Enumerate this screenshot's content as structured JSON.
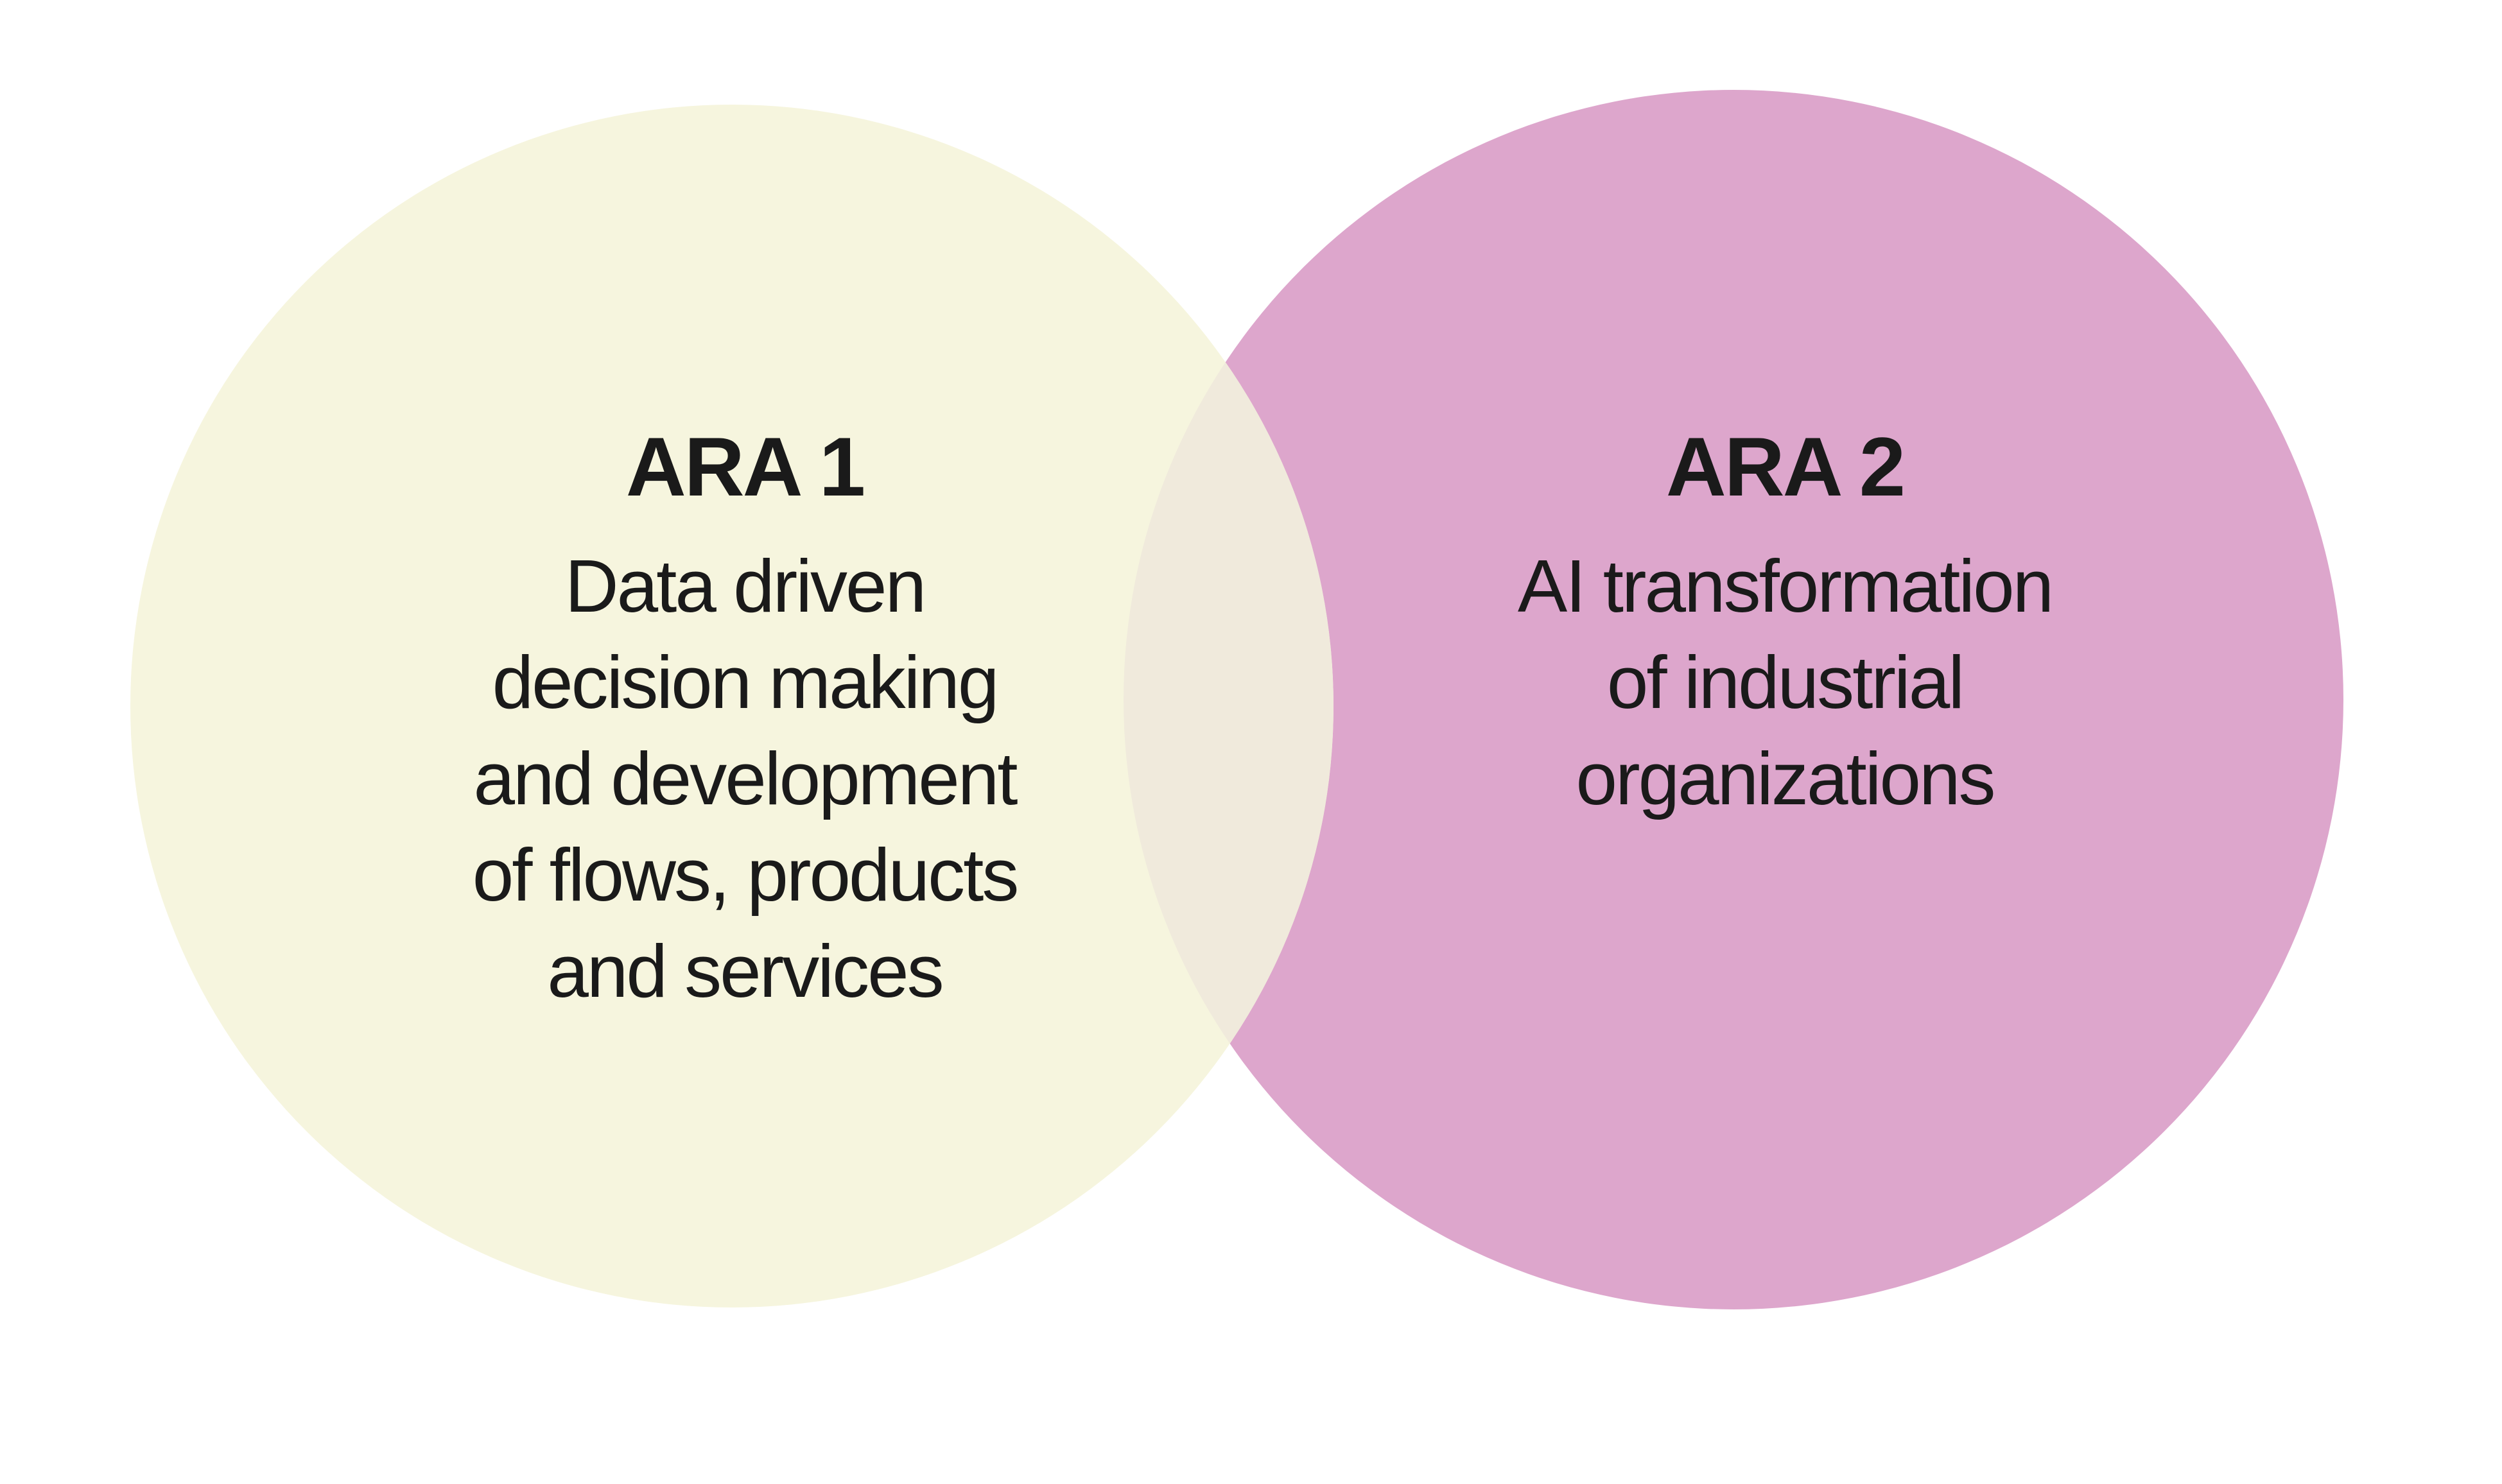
{
  "diagram": {
    "type": "venn",
    "background_color": "#ffffff",
    "text_color": "#1a1a1a",
    "left_circle": {
      "title": "ARA 1",
      "body_lines": [
        "Data driven",
        "decision making",
        "and development",
        "of flows, products",
        "and services"
      ],
      "fill_color": "#f6f5de"
    },
    "right_circle": {
      "title": "ARA 2",
      "body_lines": [
        "AI transformation",
        "of industrial",
        "organizations"
      ],
      "fill_color": "#dda6cc"
    },
    "overlap": {
      "fill_color": "#f0eadc"
    }
  }
}
